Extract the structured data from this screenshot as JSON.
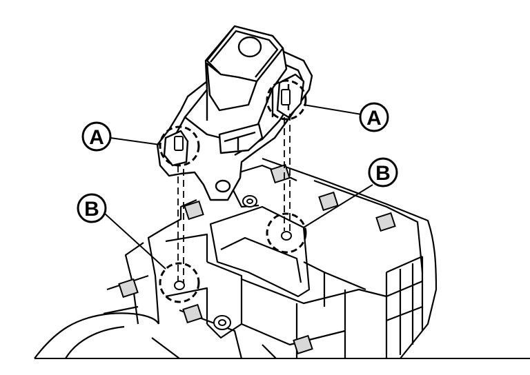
{
  "diagram": {
    "callouts": [
      {
        "id": "a-right",
        "label": "A"
      },
      {
        "id": "a-left",
        "label": "A"
      },
      {
        "id": "b-right",
        "label": "B"
      },
      {
        "id": "b-left",
        "label": "B"
      }
    ],
    "colors": {
      "line": "#000000",
      "fill": "#ffffff",
      "shade": "#d8d8d8"
    }
  }
}
